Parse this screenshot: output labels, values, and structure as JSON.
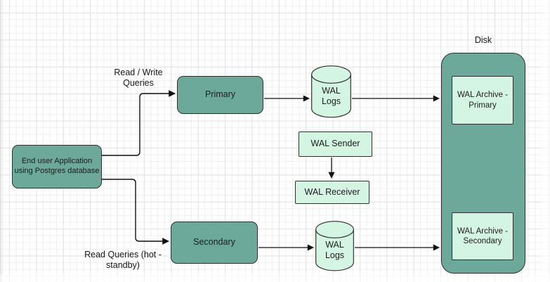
{
  "nodes": {
    "end_user": {
      "line1": "End user Application",
      "line2": "using Postgres database"
    },
    "primary": {
      "label": "Primary"
    },
    "secondary": {
      "label": "Secondary"
    },
    "wal_logs_top": {
      "line1": "WAL",
      "line2": "Logs"
    },
    "wal_logs_bottom": {
      "line1": "WAL",
      "line2": "Logs"
    },
    "wal_sender": {
      "label": "WAL Sender"
    },
    "wal_receiver": {
      "label": "WAL Receiver"
    },
    "disk": {
      "label": "Disk"
    },
    "wal_archive_primary": {
      "line1": "WAL Archive -",
      "line2": "Primary"
    },
    "wal_archive_secondary": {
      "line1": "WAL Archive -",
      "line2": "Secondary"
    }
  },
  "edge_labels": {
    "read_write": {
      "line1": "Read / Write",
      "line2": "Queries"
    },
    "read_queries": {
      "line1": "Read Queries (hot -",
      "line2": "standby)"
    }
  },
  "colors": {
    "node_teal": "#6CA99B",
    "node_mint": "#D5F5E3",
    "node_border": "#2F2F2F",
    "arrow": "#111111",
    "grid_minor": "#EFEFEF",
    "grid_major": "#E2E2E2",
    "background": "#FFFFFF"
  }
}
